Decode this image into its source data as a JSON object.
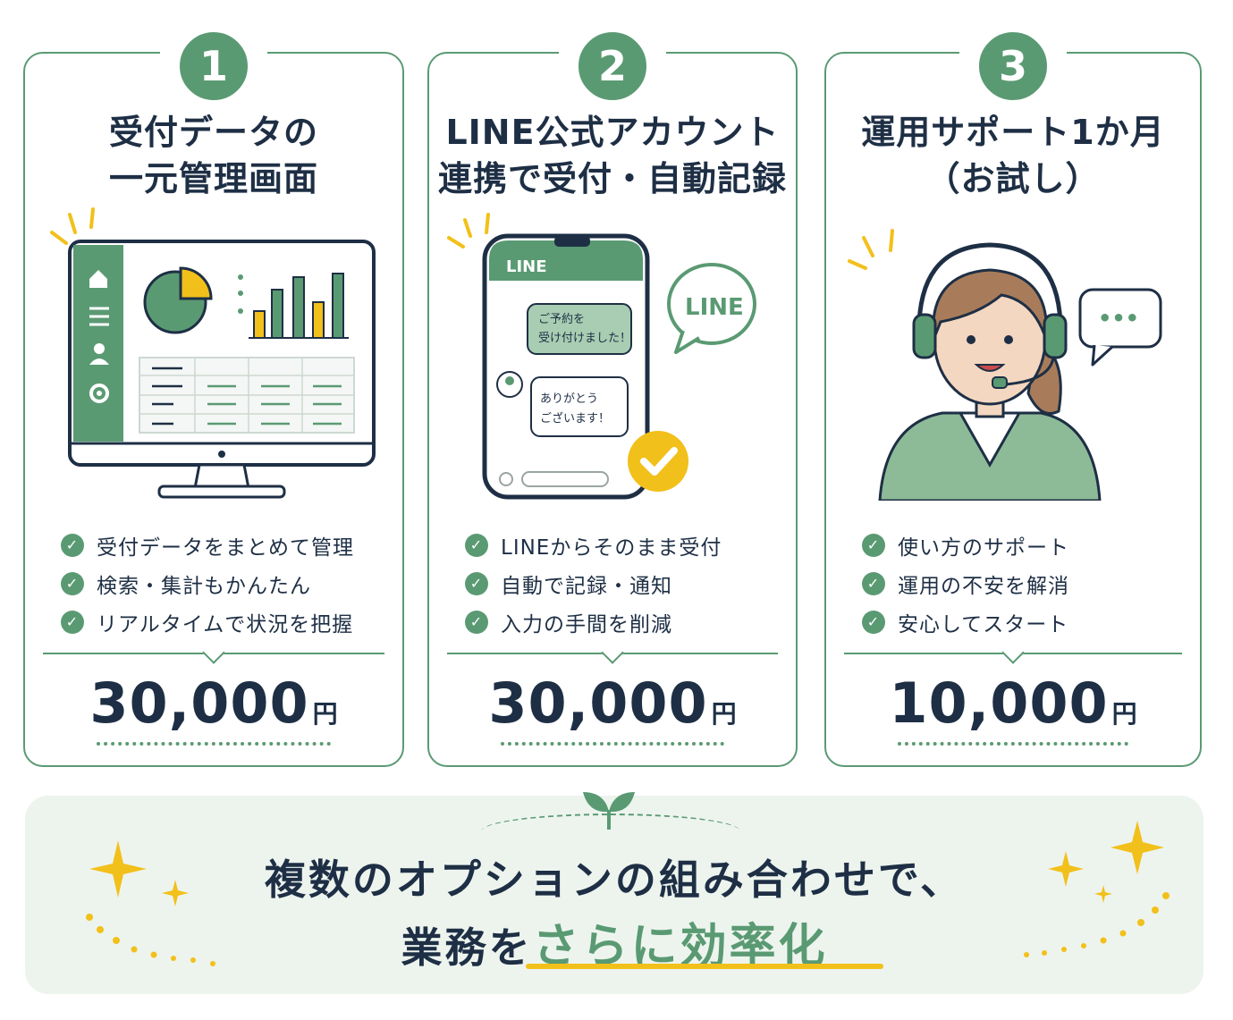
{
  "cards": [
    {
      "number": "1",
      "title_line1": "受付データの",
      "title_line2": "一元管理画面",
      "features": [
        "受付データをまとめて管理",
        "検索・集計もかんたん",
        "リアルタイムで状況を把握"
      ],
      "price": "30,000",
      "unit": "円"
    },
    {
      "number": "2",
      "title_line1": "LINE公式アカウント",
      "title_line2": "連携で受付・自動記録",
      "features": [
        "LINEからそのまま受付",
        "自動で記録・通知",
        "入力の手間を削減"
      ],
      "price": "30,000",
      "unit": "円",
      "phone": {
        "header": "LINE",
        "bubble_out": [
          "ご予約を",
          "受け付けました！"
        ],
        "bubble_in": [
          "ありがとう",
          "ございます！"
        ],
        "logo": "LINE"
      }
    },
    {
      "number": "3",
      "title_line1": "運用サポート1か月",
      "title_line2": "（お試し）",
      "features": [
        "使い方のサポート",
        "運用の不安を解消",
        "安心してスタート"
      ],
      "price": "10,000",
      "unit": "円",
      "speech": "•••"
    }
  ],
  "footer": {
    "line1": "複数のオプションの組み合わせで、",
    "line2_prefix": "業務を",
    "line2_highlight": "さらに効率化"
  },
  "colors": {
    "accent": "#5a9a73",
    "text": "#1e2f45",
    "yellow": "#f2c01a",
    "panel_bg": "#edf4ee"
  },
  "icons": [
    "home-icon",
    "menu-icon",
    "user-icon",
    "gear-icon",
    "check-icon",
    "sparkle-icon",
    "sprout-icon"
  ]
}
